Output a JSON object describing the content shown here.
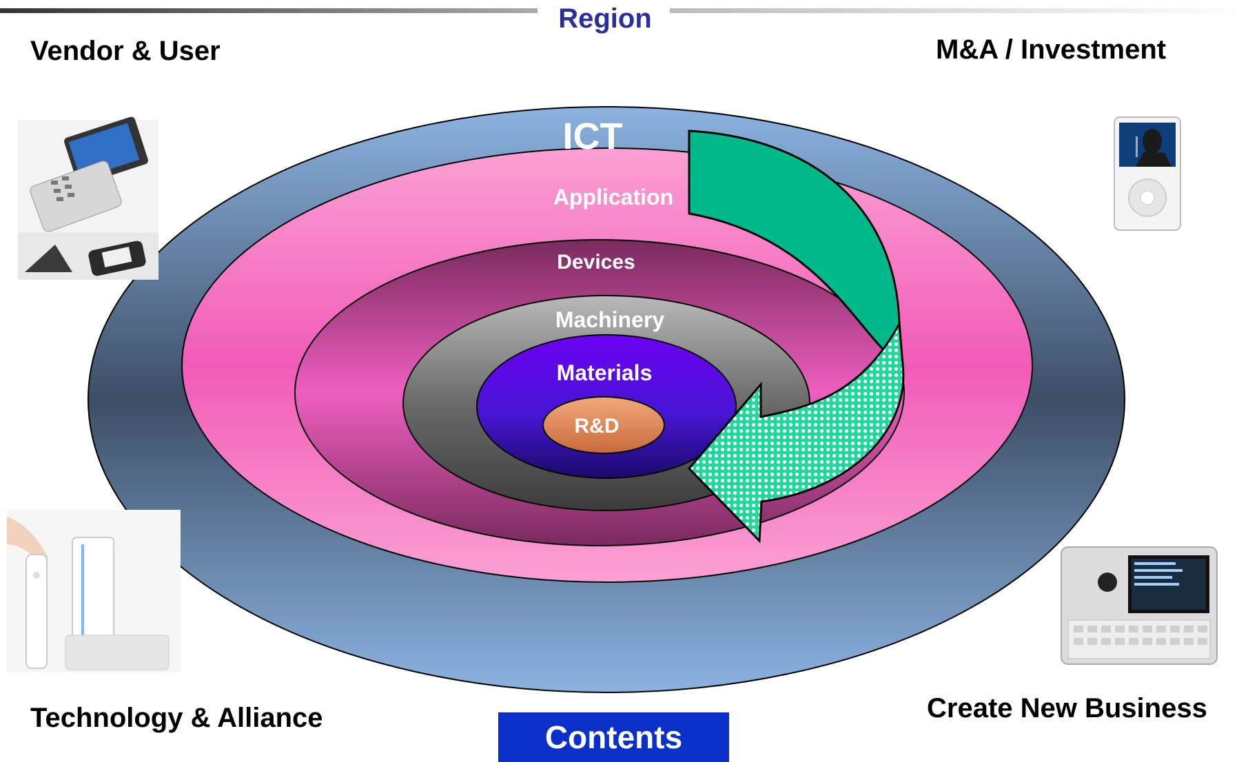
{
  "header": {
    "title": "Region"
  },
  "corners": {
    "top_left": "Vendor & User",
    "top_right": "M&A / Investment",
    "bottom_left": "Technology & Alliance",
    "bottom_right": "Create New Business"
  },
  "rings": {
    "ict": "ICT",
    "application": "Application",
    "devices": "Devices",
    "machinery": "Machinery",
    "materials": "Materials",
    "rnd": "R&D"
  },
  "footer": {
    "button_label": "Contents"
  },
  "images": {
    "top_left": "folding-phone-icon",
    "top_right": "music-player-icon",
    "bottom_left": "game-console-icon",
    "bottom_right": "slider-phone-icon"
  },
  "colors": {
    "outer_ring": "#7fa8d6",
    "application_ring": "#f58bc8",
    "devices_ring": "#8b2b6b",
    "machinery_ring": "#8a8a8a",
    "materials_ring": "#4b16d6",
    "rnd_core": "#e48a5a",
    "arrow_top": "#00b98a",
    "arrow_bottom": "#22d9a0",
    "contents_box": "#0b2fc9",
    "header_text": "#2b2f9a"
  }
}
